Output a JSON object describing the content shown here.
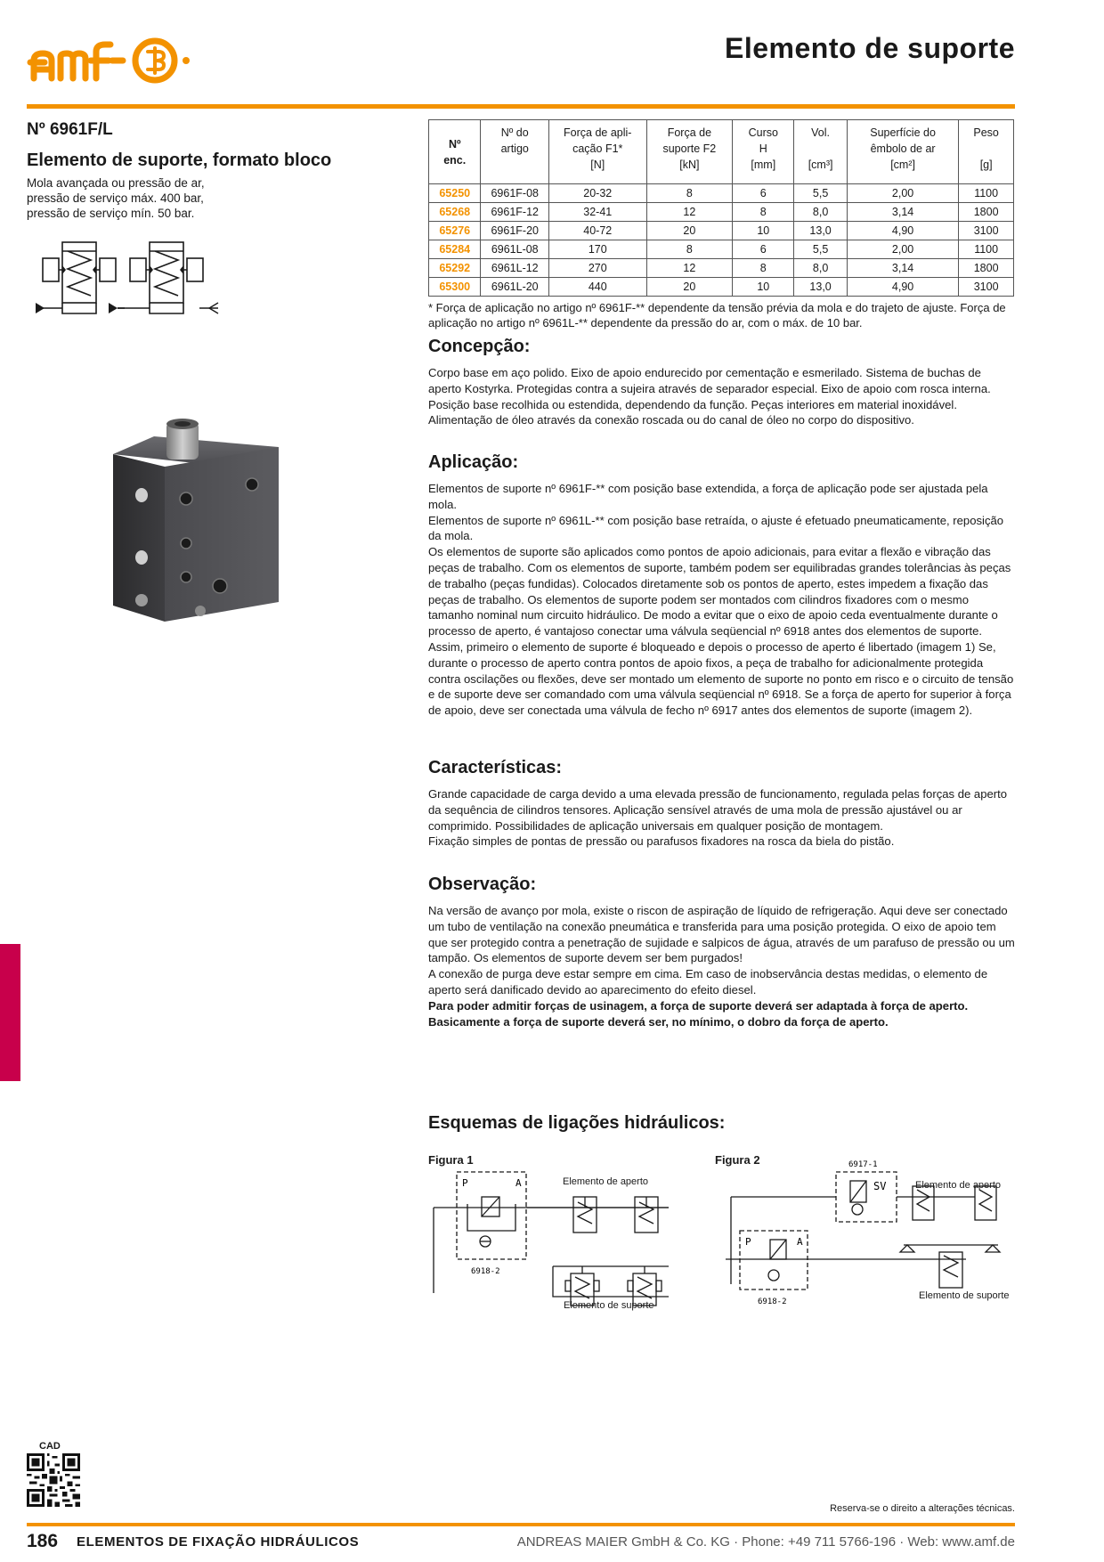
{
  "header": {
    "logo_text": "amf",
    "title": "Elemento de suporte",
    "brand_color": "#f39200"
  },
  "article": {
    "number": "Nº 6961F/L",
    "name": "Elemento de suporte, formato bloco",
    "desc": [
      "Mola avançada ou pressão de ar,",
      "pressão de serviço máx. 400 bar,",
      "pressão de serviço mín. 50 bar."
    ]
  },
  "table": {
    "headers": [
      "Nº\nenc.",
      "Nº do\nartigo",
      "Força de apli-\ncação F1*\n[N]",
      "Força de\nsuporte F2\n[kN]",
      "Curso\nH\n[mm]",
      "Vol.\n\n[cm³]",
      "Superfície do\nêmbolo de ar\n[cm²]",
      "Peso\n\n[g]"
    ],
    "rows": [
      [
        "65250",
        "6961F-08",
        "20-32",
        "8",
        "6",
        "5,5",
        "2,00",
        "1100"
      ],
      [
        "65268",
        "6961F-12",
        "32-41",
        "12",
        "8",
        "8,0",
        "3,14",
        "1800"
      ],
      [
        "65276",
        "6961F-20",
        "40-72",
        "20",
        "10",
        "13,0",
        "4,90",
        "3100"
      ],
      [
        "65284",
        "6961L-08",
        "170",
        "8",
        "6",
        "5,5",
        "2,00",
        "1100"
      ],
      [
        "65292",
        "6961L-12",
        "270",
        "12",
        "8",
        "8,0",
        "3,14",
        "1800"
      ],
      [
        "65300",
        "6961L-20",
        "440",
        "20",
        "10",
        "13,0",
        "4,90",
        "3100"
      ]
    ]
  },
  "footnote": "* Força de aplicação no artigo nº 6961F-** dependente da tensão prévia da mola e do trajeto de ajuste. Força de aplicação no artigo nº 6961L-** dependente da pressão do ar, com o máx. de 10 bar.",
  "sections": {
    "concepcao": {
      "title": "Concepção:",
      "text": "Corpo base em aço polido. Eixo de apoio endurecido por cementação e esmerilado. Sistema de buchas de aperto Kostyrka. Protegidas contra a sujeira através de separador especial. Eixo de apoio com rosca interna. Posição base recolhida ou estendida, dependendo da função. Peças interiores em material inoxidável. Alimentação de óleo através da conexão roscada ou do canal de óleo no corpo do dispositivo."
    },
    "aplicacao": {
      "title": "Aplicação:",
      "p1": "Elementos de suporte nº 6961F-** com posição base extendida, a força de aplicação pode ser ajustada pela mola.",
      "p2": "Elementos de suporte nº 6961L-** com posição base retraída, o ajuste é efetuado pneumaticamente, reposição da mola.",
      "p3": "Os elementos de suporte são aplicados como pontos de apoio adicionais, para evitar a flexão e vibração das peças de trabalho. Com os elementos de suporte, também podem ser equilibradas grandes tolerâncias às peças de trabalho (peças fundidas). Colocados diretamente sob os pontos de aperto, estes impedem a fixação das peças de trabalho. Os elementos de suporte podem ser montados com cilindros fixadores com o mesmo tamanho nominal num circuito hidráulico. De modo a evitar que o eixo de apoio ceda eventualmente durante o processo de aperto, é vantajoso conectar uma válvula seqüencial nº 6918 antes dos elementos de suporte. Assim, primeiro o elemento de suporte é bloqueado e depois o processo de aperto é libertado (imagem 1) Se, durante o processo de aperto contra pontos de apoio fixos, a peça de trabalho for adicionalmente protegida contra oscilações ou flexões, deve ser montado um elemento de suporte no ponto em risco e o circuito de tensão e de suporte deve ser comandado com uma válvula seqüencial nº 6918. Se a força de aperto for superior à força de apoio, deve ser conectada uma válvula de fecho nº 6917 antes dos elementos de suporte (imagem 2)."
    },
    "caracteristicas": {
      "title": "Características:",
      "p1": "Grande capacidade de carga devido a uma elevada pressão de funcionamento, regulada pelas forças de aperto da sequência de cilindros tensores. Aplicação sensível através de uma mola de pressão ajustável ou ar comprimido. Possibilidades de aplicação universais em qualquer posição de montagem.",
      "p2": "Fixação simples de pontas de pressão ou parafusos fixadores na rosca da biela do pistão."
    },
    "observacao": {
      "title": "Observação:",
      "p1": "Na versão de avanço por mola, existe o riscon de aspiração de líquido de refrigeração. Aqui deve ser conectado um tubo de ventilação na conexão pneumática e transferida para uma posição protegida. O eixo de apoio tem que ser protegido contra a penetração de sujidade e salpicos de água, através de um parafuso de pressão ou um tampão. Os elementos de suporte devem ser bem purgados!",
      "p2": "A conexão de purga deve estar sempre em cima. Em caso de inobservância destas medidas, o elemento de aperto será danificado devido ao aparecimento do efeito diesel.",
      "bold": "Para poder admitir forças de usinagem, a força de suporte deverá ser adaptada à força de aperto. Basicamente a força de suporte deverá ser, no mínimo, o dobro da força de aperto."
    }
  },
  "hydraulic": {
    "title": "Esquemas de ligações hidráulicos:",
    "fig1": {
      "label": "Figura 1",
      "clamp_label": "Elemento de aperto",
      "support_label": "Elemento de suporte",
      "valve": "6918-2",
      "port_p": "P",
      "port_a": "A"
    },
    "fig2": {
      "label": "Figura 2",
      "clamp_label": "Elemento de aperto",
      "support_label": "Elemento de suporte",
      "valve": "6918-2",
      "valve2": "6917-1",
      "valve2_tag": "SV",
      "port_p": "P",
      "port_a": "A"
    }
  },
  "footer": {
    "cad": "CAD",
    "rights": "Reserva-se o direito a alterações técnicas.",
    "page": "186",
    "section": "ELEMENTOS DE FIXAÇÃO HIDRÁULICOS",
    "company": "ANDREAS MAIER GmbH & Co. KG · Phone: +49 711 5766-196 · Web: www.amf.de",
    "tab_color": "#c8004b"
  }
}
